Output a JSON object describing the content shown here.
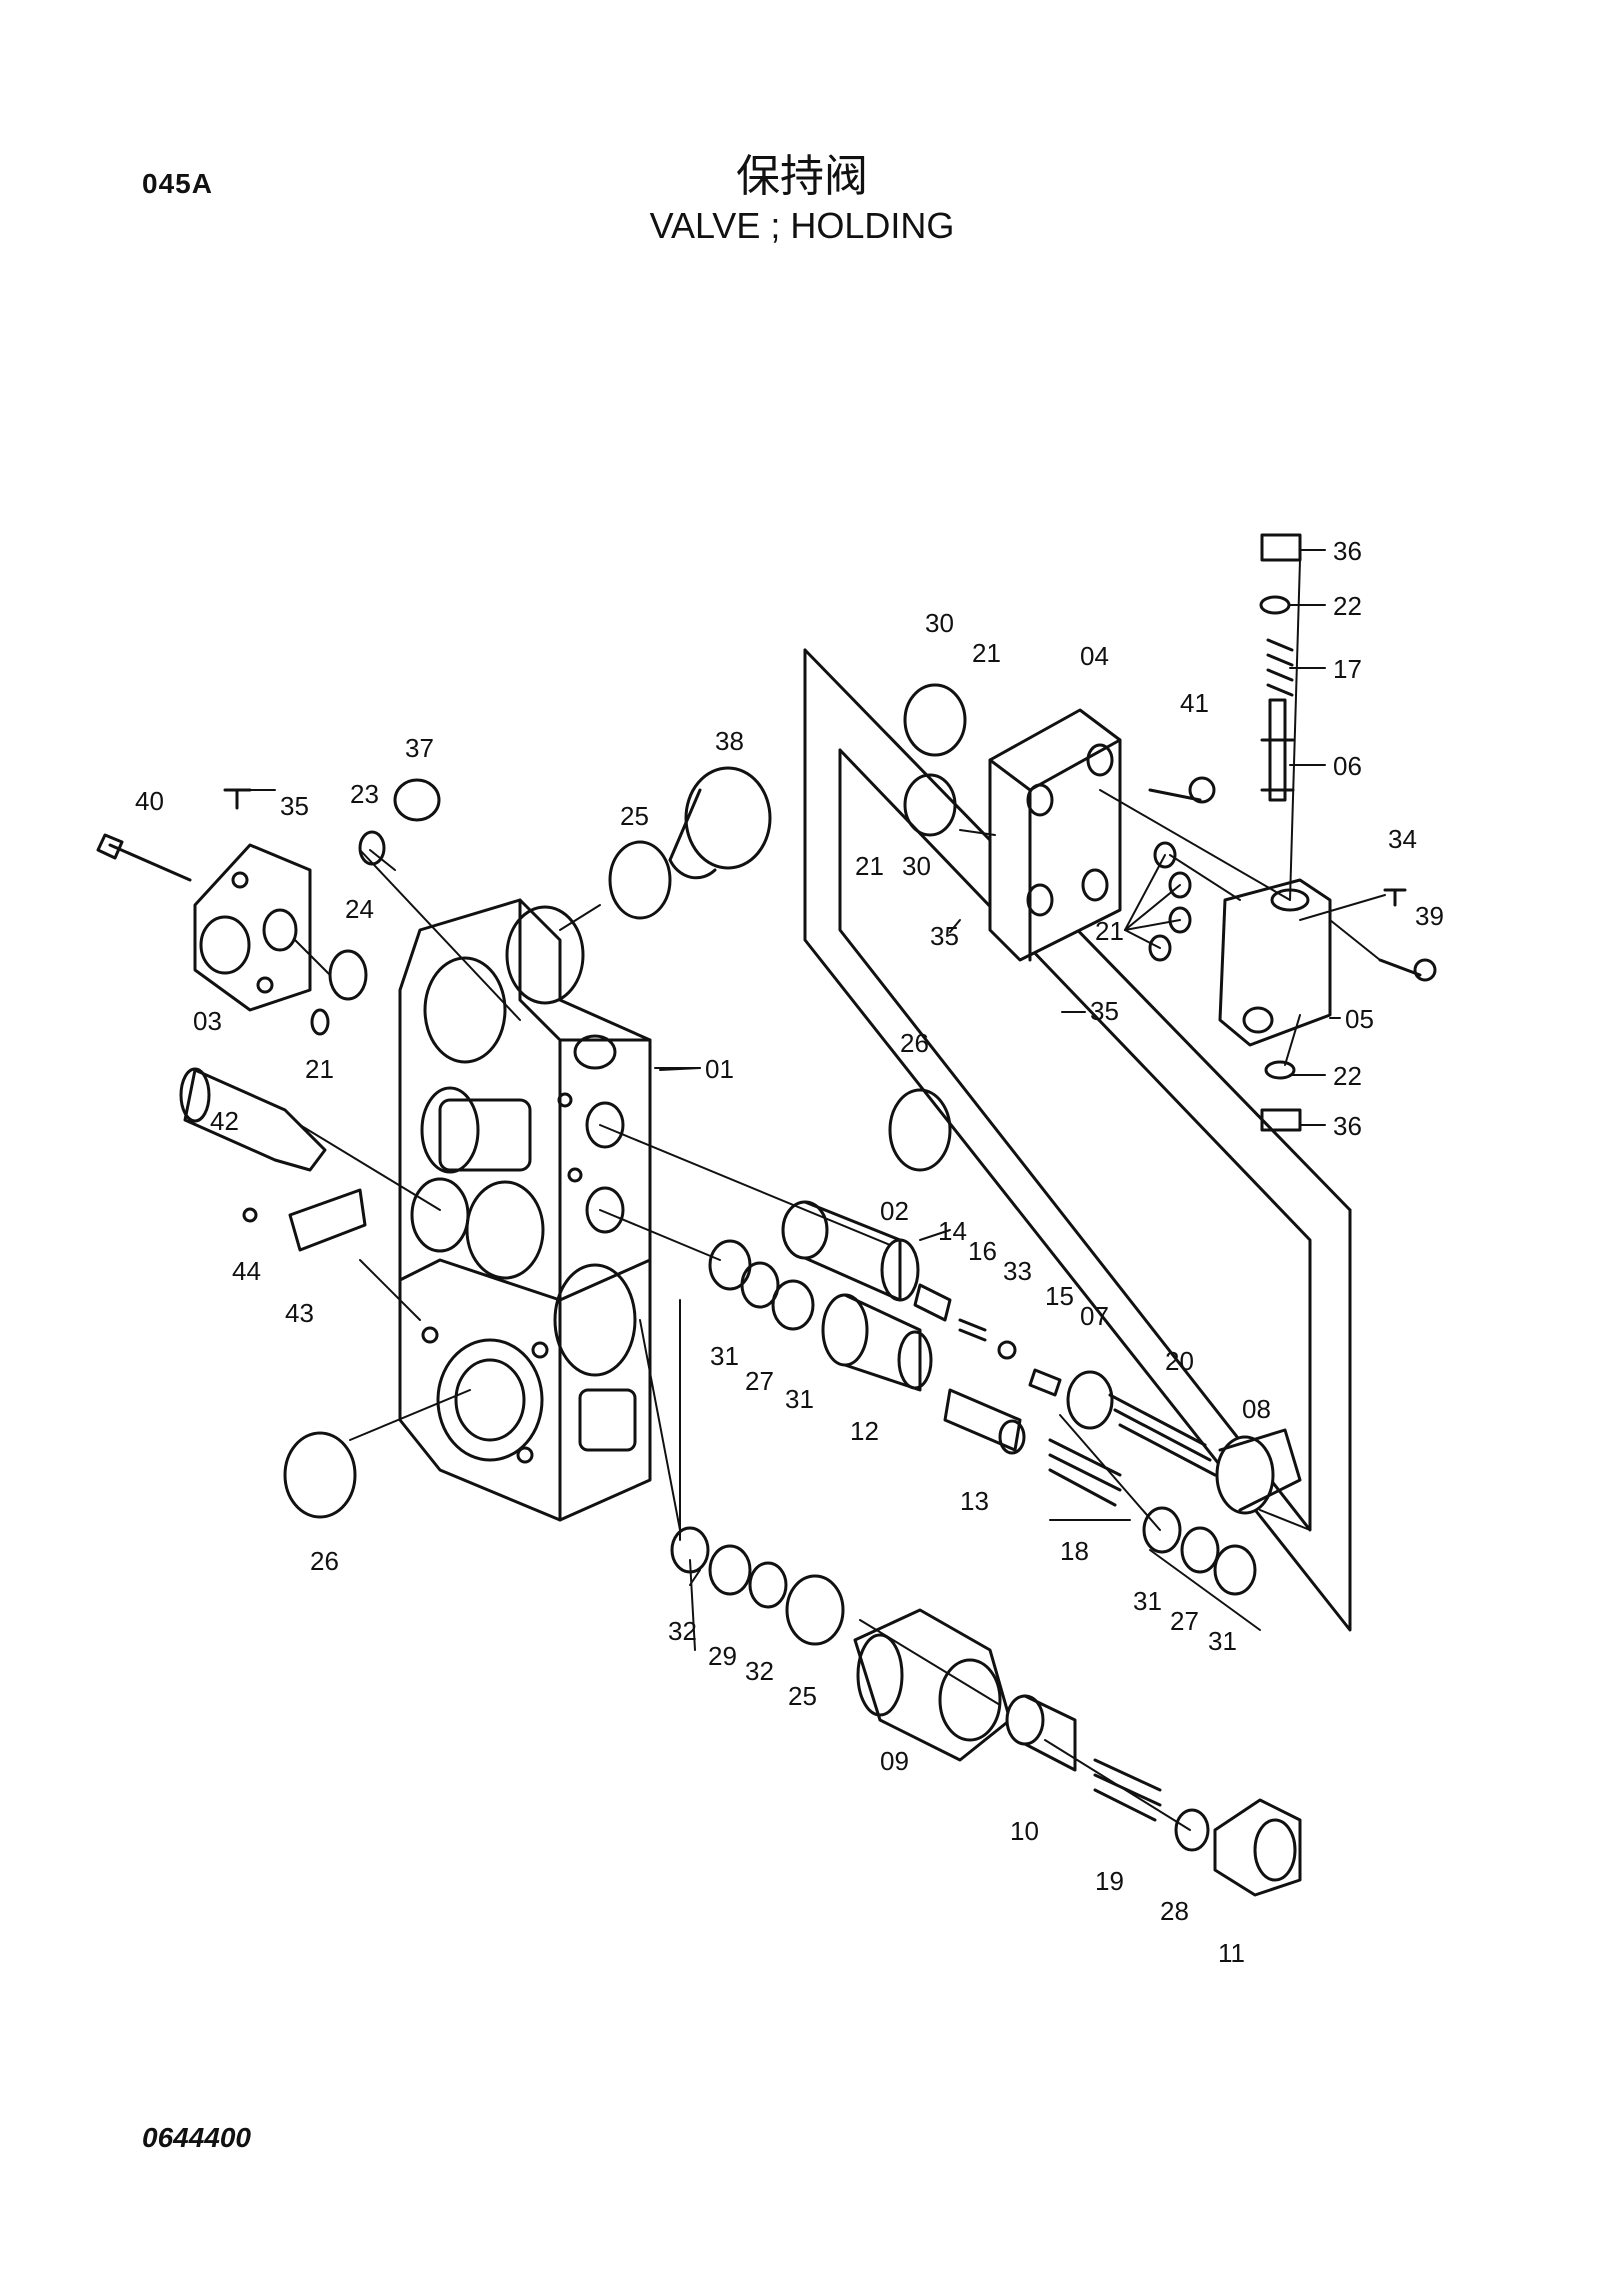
{
  "header": {
    "page_code": "045A",
    "title_cn": "保持阀",
    "title_en": "VALVE ; HOLDING"
  },
  "footer": {
    "doc_number": "0644400"
  },
  "callouts": {
    "n01": "01",
    "n02": "02",
    "n03": "03",
    "n04": "04",
    "n05": "05",
    "n06": "06",
    "n07": "07",
    "n08": "08",
    "n09": "09",
    "n10": "10",
    "n11": "11",
    "n12": "12",
    "n13": "13",
    "n14": "14",
    "n15": "15",
    "n16": "16",
    "n17": "17",
    "n18": "18",
    "n19": "19",
    "n20": "20",
    "n21": "21",
    "n22": "22",
    "n23": "23",
    "n24": "24",
    "n25": "25",
    "n26": "26",
    "n27": "27",
    "n28": "28",
    "n29": "29",
    "n30": "30",
    "n31": "31",
    "n32": "32",
    "n33": "33",
    "n34": "34",
    "n35": "35",
    "n36": "36",
    "n37": "37",
    "n38": "38",
    "n39": "39",
    "n40": "40",
    "n41": "41",
    "n42": "42",
    "n43": "43",
    "n44": "44"
  }
}
